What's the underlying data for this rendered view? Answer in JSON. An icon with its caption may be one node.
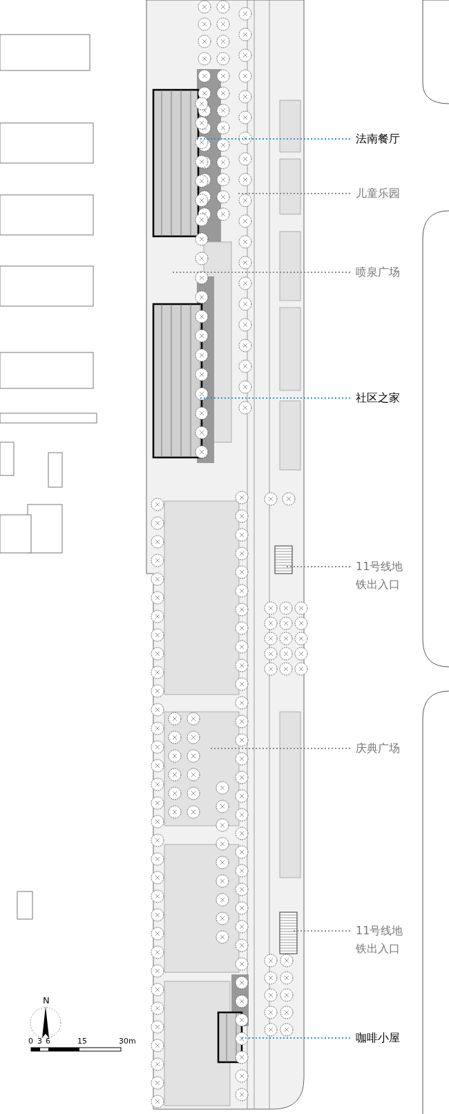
{
  "diagram": {
    "nodes": [
      {
        "text": [
          "法南餐厅"
        ]
      },
      {
        "text": [
          "儿童乐园"
        ]
      },
      {
        "text": [
          "喷泉广场"
        ]
      },
      {
        "text": [
          "社区之家"
        ]
      },
      {
        "text": [
          "11号线地铁出入口"
        ]
      },
      {
        "text": [
          "庆典广场"
        ]
      },
      {
        "text": [
          "11号线地铁出入口"
        ]
      },
      {
        "text": [
          "咖啡小屋"
        ]
      }
    ],
    "edges": [
      {
        "from": 0,
        "to": null,
        "arrow": "none",
        "style": "dashed",
        "color": "#1b9bd7"
      },
      {
        "from": 1,
        "to": null,
        "arrow": "none",
        "style": "dashed"
      },
      {
        "from": 2,
        "to": null,
        "arrow": "none",
        "style": "dashed"
      },
      {
        "from": 3,
        "to": null,
        "arrow": "none",
        "style": "dashed",
        "color": "#1b9bd7"
      },
      {
        "from": 4,
        "to": null,
        "arrow": "none",
        "style": "dashed"
      },
      {
        "from": 5,
        "to": null,
        "arrow": "none",
        "style": "dashed"
      },
      {
        "from": 6,
        "to": null,
        "arrow": "none",
        "style": "dashed"
      },
      {
        "from": 7,
        "to": null,
        "arrow": "none",
        "style": "dashed",
        "color": "#1b9bd7"
      }
    ],
    "labels": [
      "N",
      "0",
      "3",
      "6",
      "15",
      "30m"
    ]
  }
}
